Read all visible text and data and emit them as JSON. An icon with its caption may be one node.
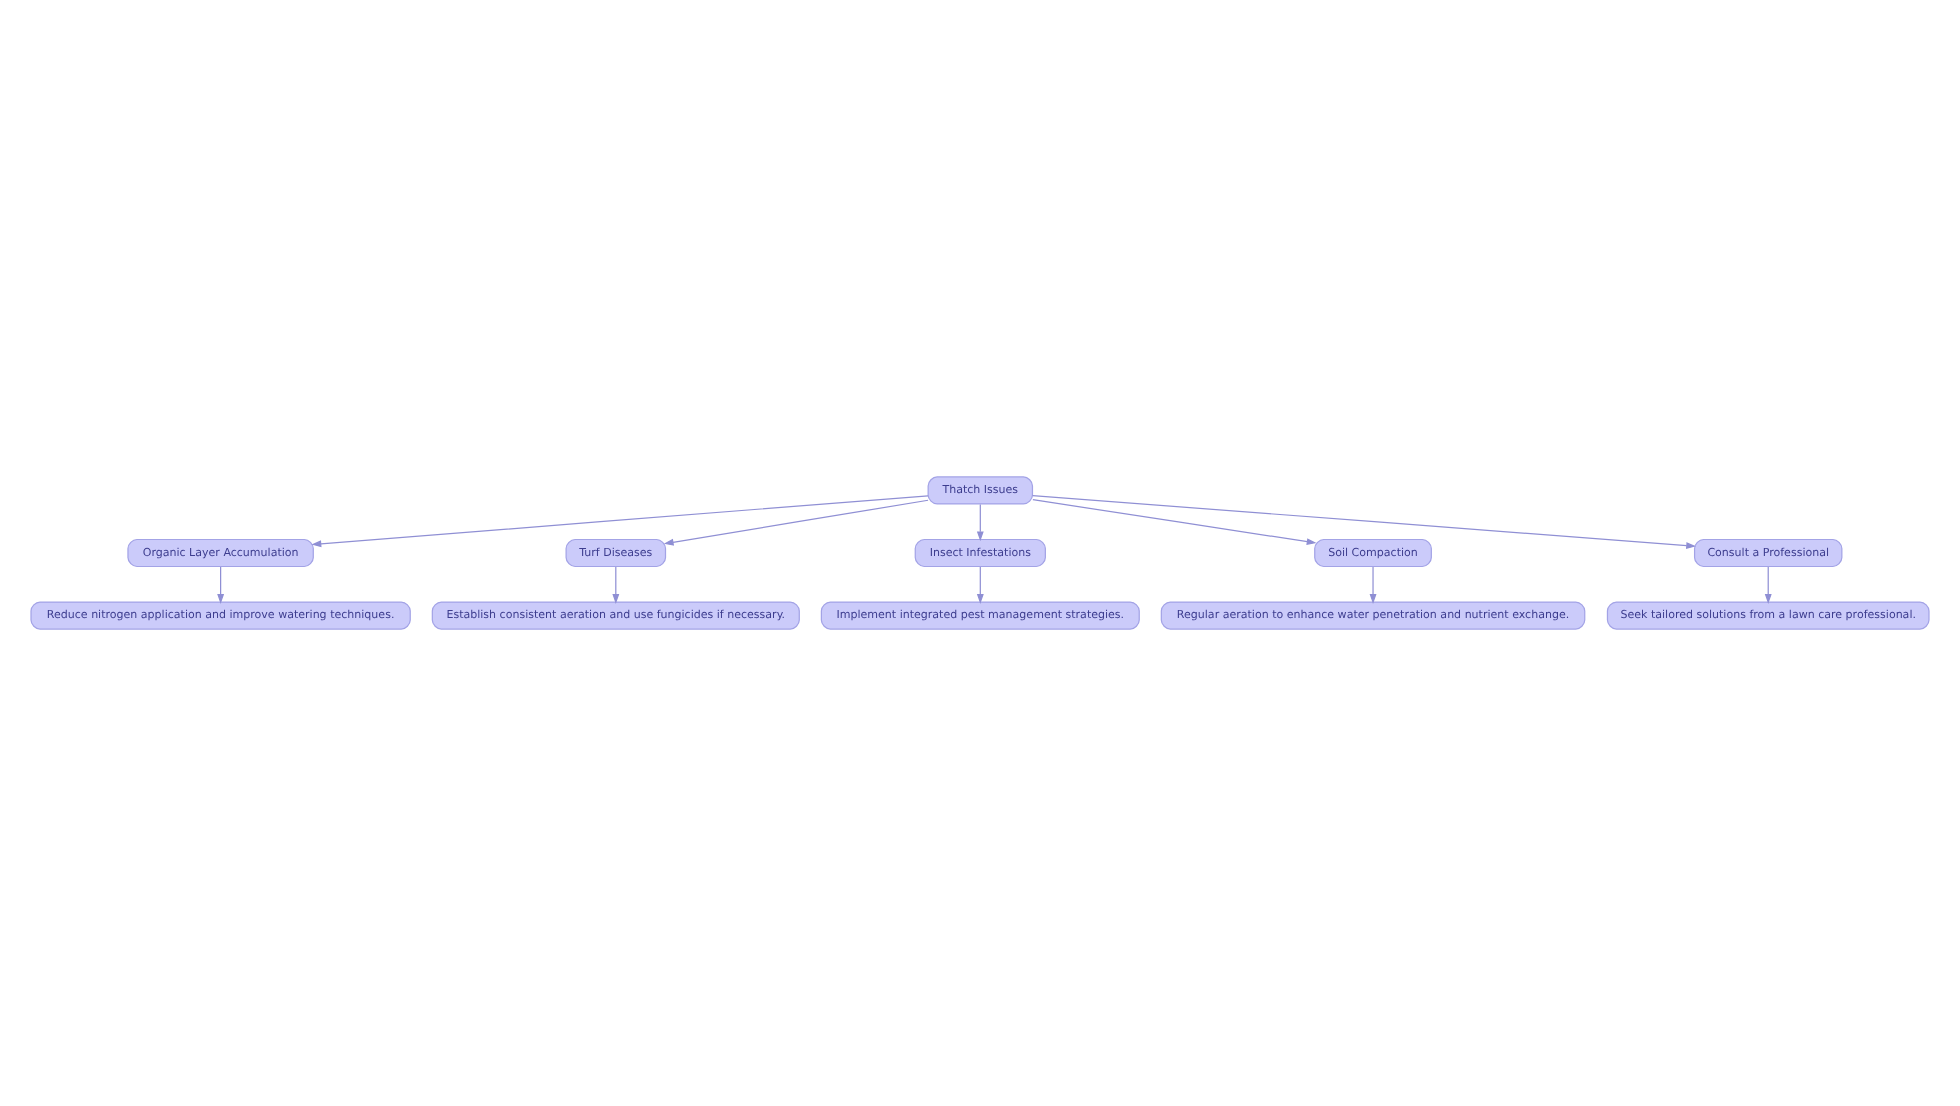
{
  "diagram": {
    "nodes": [
      {
        "text": [
          "Thatch Issues"
        ]
      },
      {
        "text": [
          "Organic Layer Accumulation"
        ]
      },
      {
        "text": [
          "Turf Diseases"
        ]
      },
      {
        "text": [
          "Insect Infestations"
        ]
      },
      {
        "text": [
          "Soil Compaction"
        ]
      },
      {
        "text": [
          "Consult a Professional"
        ]
      },
      {
        "text": [
          "Reduce nitrogen application and improve watering techniques."
        ]
      },
      {
        "text": [
          "Establish consistent aeration and use fungicides if necessary."
        ]
      },
      {
        "text": [
          "Implement integrated pest management strategies."
        ]
      },
      {
        "text": [
          "Regular aeration to enhance water penetration and nutrient exchange."
        ]
      },
      {
        "text": [
          "Seek tailored solutions from a lawn care professional."
        ]
      }
    ],
    "edges": [
      {
        "from": 0,
        "to": 1,
        "arrow": "to"
      },
      {
        "from": 0,
        "to": 2,
        "arrow": "to"
      },
      {
        "from": 0,
        "to": 3,
        "arrow": "to"
      },
      {
        "from": 0,
        "to": 4,
        "arrow": "to"
      },
      {
        "from": 0,
        "to": 5,
        "arrow": "to"
      },
      {
        "from": 1,
        "to": 6,
        "arrow": "to"
      },
      {
        "from": 2,
        "to": 7,
        "arrow": "to"
      },
      {
        "from": 3,
        "to": 8,
        "arrow": "to"
      },
      {
        "from": 4,
        "to": 9,
        "arrow": "to"
      },
      {
        "from": 5,
        "to": 10,
        "arrow": "to"
      }
    ]
  }
}
